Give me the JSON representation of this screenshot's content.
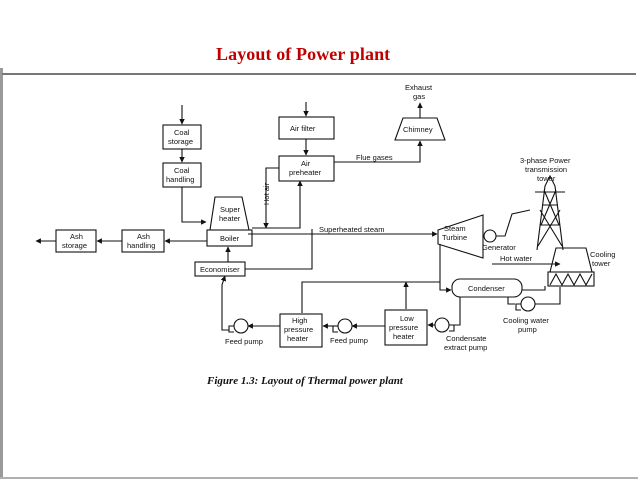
{
  "slide": {
    "title": "Layout of Power plant"
  },
  "diagram": {
    "caption": "Figure 1.3: Layout of Thermal power plant",
    "labels": {
      "exhaust": "Exhaust",
      "gas": "gas",
      "coal1": "Coal",
      "storage": "storage",
      "coal2": "Coal",
      "handling": "handling",
      "air_filter": "Air filter",
      "chimney": "Chimney",
      "air": "Air",
      "preheater": "preheater",
      "flue_gases": "Flue gases",
      "hot_air": "Hot air",
      "super": "Super",
      "heater": "heater",
      "boiler": "Boiler",
      "superheated_steam": "Superheated steam",
      "ash_storage_1": "Ash",
      "ash_storage_2": "storage",
      "ash_handling_1": "Ash",
      "ash_handling_2": "handling",
      "economiser": "Economiser",
      "steam": "Steam",
      "turbine": "Turbine",
      "generator": "Generator",
      "power_1": "3-phase Power",
      "power_2": "transmission",
      "power_3": "tower",
      "cooling": "Cooling",
      "tower": "tower",
      "hot_water": "Hot water",
      "condenser": "Condenser",
      "high": "High",
      "pressure_h": "pressure",
      "heater_h": "heater",
      "low": "Low",
      "pressure_l": "pressure",
      "heater_l": "heater",
      "feed_pump_1": "Feed pump",
      "feed_pump_2": "Feed pump",
      "condensate": "Condensate",
      "extract_pump": "extract pump",
      "cooling_water": "Cooling water",
      "pump": "pump"
    }
  }
}
